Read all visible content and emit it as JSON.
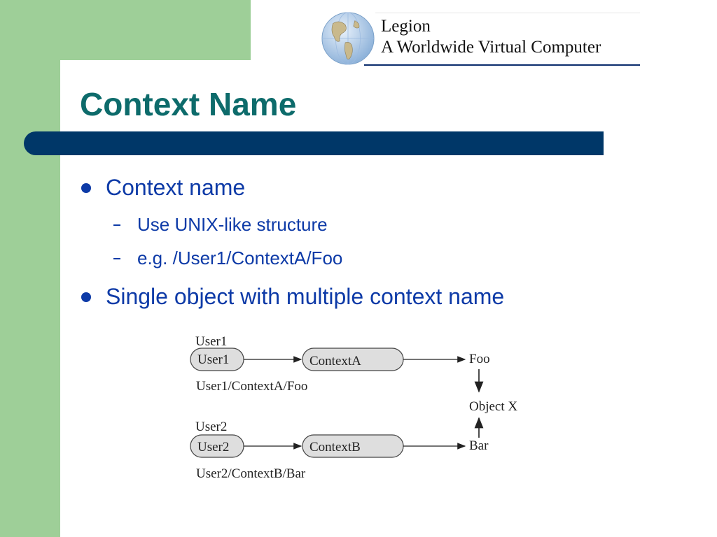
{
  "logo": {
    "line1": "Legion",
    "line2": "A Worldwide Virtual Computer"
  },
  "slide": {
    "title": "Context Name",
    "bullets": [
      {
        "text": "Context name",
        "sub": [
          "Use UNIX-like structure",
          "e.g. /User1/ContextA/Foo"
        ]
      },
      {
        "text": "Single object with multiple context name"
      }
    ]
  },
  "diagram": {
    "top": {
      "label": "User1",
      "user_node": "User1",
      "context_node": "ContextA",
      "target": "Foo",
      "path": "User1/ContextA/Foo"
    },
    "object": "Object X",
    "bottom": {
      "label": "User2",
      "user_node": "User2",
      "context_node": "ContextB",
      "target": "Bar",
      "path": "User2/ContextB/Bar"
    }
  },
  "colors": {
    "title": "#0d6b6b",
    "bullet_text": "#0d3aa7",
    "header_bar": "#003768",
    "side_strip": "#9ecf98"
  }
}
